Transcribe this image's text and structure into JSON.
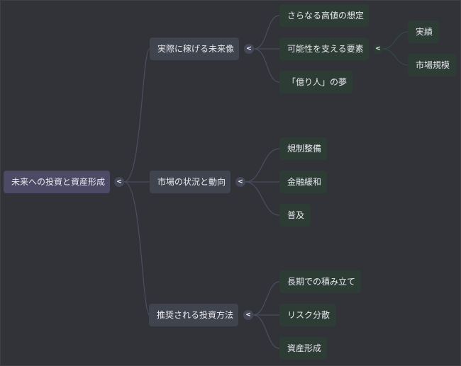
{
  "root": "未来への投資と資産形成",
  "branches": [
    {
      "label": "実際に稼げる未来像",
      "children": [
        "さらなる高値の想定",
        "可能性を支える要素",
        "「億り人」の夢"
      ],
      "sub": {
        "parent": "可能性を支える要素",
        "children": [
          "実績",
          "市場規模"
        ]
      }
    },
    {
      "label": "市場の状況と動向",
      "children": [
        "規制整備",
        "金融緩和",
        "普及"
      ]
    },
    {
      "label": "推奨される投資方法",
      "children": [
        "長期での積み立て",
        "リスク分散",
        "資産形成"
      ]
    }
  ],
  "toggle": "<",
  "colors": {
    "background": "#313338",
    "root": "#4d4a66",
    "branch": "#40444f",
    "leaf": "#2d3d36",
    "line": "#4a4b5c"
  }
}
